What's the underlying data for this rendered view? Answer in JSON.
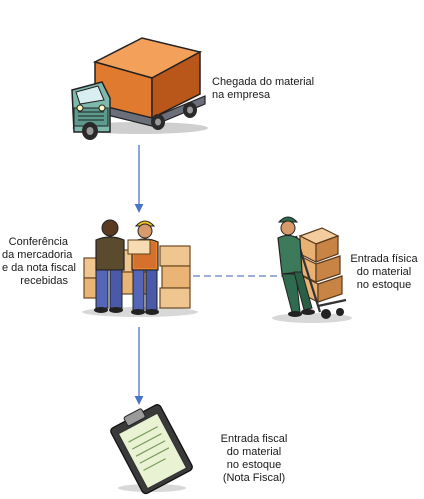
{
  "steps": {
    "arrival": {
      "icon": "delivery-truck-icon",
      "lines": [
        "Chegada do material",
        "na empresa"
      ]
    },
    "conference": {
      "icon": "workers-with-boxes-icon",
      "lines": [
        "Conferência",
        "da mercadoria",
        "e da nota fiscal",
        "recebidas"
      ]
    },
    "physical_entry": {
      "icon": "hand-truck-worker-icon",
      "lines": [
        "Entrada física",
        "do material",
        "no estoque"
      ]
    },
    "fiscal_entry": {
      "icon": "clipboard-document-icon",
      "lines": [
        "Entrada fiscal",
        "do material",
        "no estoque",
        "(Nota Fiscal)"
      ]
    }
  },
  "colors": {
    "arrow": "#4a74c9",
    "dashed_link": "#3a5fae"
  }
}
